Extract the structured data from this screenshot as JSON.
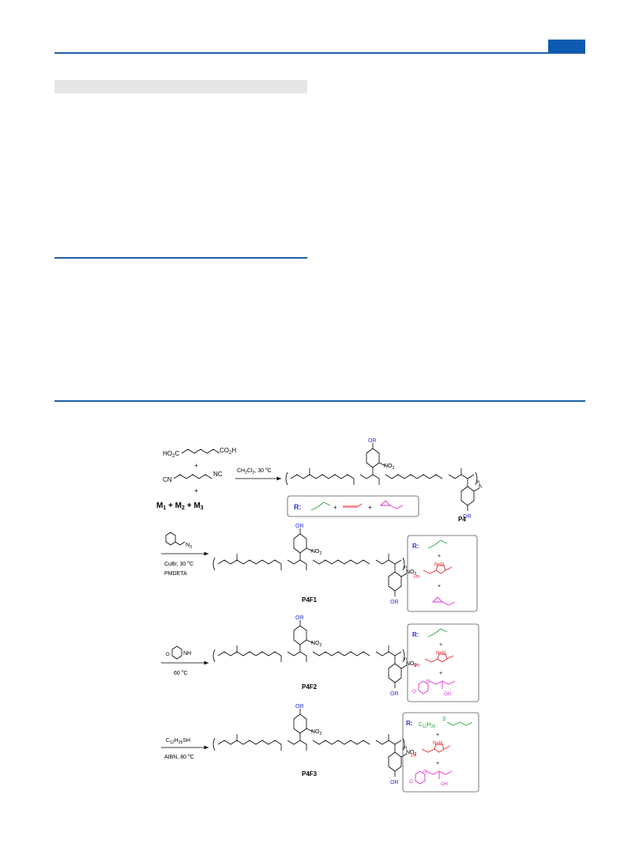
{
  "colors": {
    "accent": "#1f5ea8",
    "tab": "#0b5cb0",
    "blue_label": "#2b2bd9",
    "green": "#22a33a",
    "red": "#e8232a",
    "magenta": "#e62ad6"
  },
  "scheme": {
    "step0": {
      "reagent1_a": "HO",
      "reagent1_sub": "2",
      "reagent1_b": "C",
      "reagent1_end_a": "CO",
      "reagent1_end_sub": "2",
      "reagent1_end_b": "H",
      "plus": "+",
      "reagent2_left": "CN",
      "reagent2_right": "NC",
      "monomers": [
        "M",
        "M",
        "M"
      ],
      "monomer_subs": [
        "1",
        "2",
        "3"
      ],
      "condition_a": "CH",
      "condition_sub1": "2",
      "condition_b": "Cl",
      "condition_sub2": "2",
      "condition_c": ", 30 ",
      "condition_sup": "o",
      "condition_d": "C",
      "product": "P4"
    },
    "step1": {
      "reagent_label": "N",
      "reagent_sub": "3",
      "condition1_a": "CuBr, 30 ",
      "condition1_sup": "o",
      "condition1_b": "C",
      "condition2": "PMDETA",
      "product": "P4F1"
    },
    "step2": {
      "reagent_label": "NH",
      "reagent_ring": "O",
      "condition_a": "60 ",
      "condition_sup": "o",
      "condition_b": "C",
      "product": "P4F2"
    },
    "step3": {
      "reagent_a": "C",
      "reagent_sub1": "12",
      "reagent_b": "H",
      "reagent_sub2": "25",
      "reagent_c": "SH",
      "condition_a": "AIBN, 80 ",
      "condition_sup": "o",
      "condition_b": "C",
      "product": "P4F3"
    },
    "polymer": {
      "or_label": "OR",
      "no2_a": "NO",
      "no2_sub": "2",
      "n_label": "n",
      "o_label": "O",
      "h_label": "H",
      "nh_label": "N"
    },
    "r_box": {
      "r_label": "R:",
      "plus": "+",
      "ph": "Ph",
      "n_label": "N",
      "nn_label": "N=N",
      "o_label": "O",
      "n_morph": "N",
      "oh_label": "OH",
      "c12_a": "C",
      "c12_sub1": "12",
      "c12_b": "H",
      "c12_sub2": "25",
      "s_label": "S"
    }
  }
}
